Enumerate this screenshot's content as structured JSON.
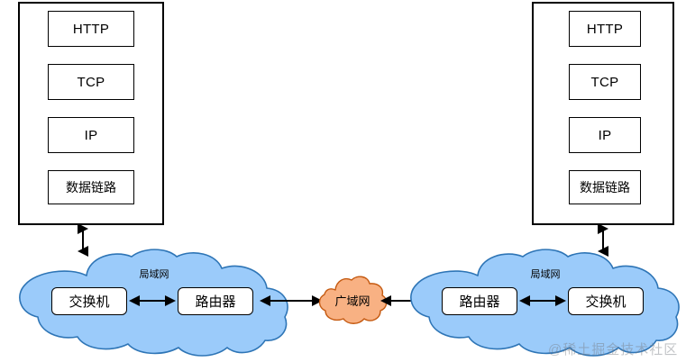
{
  "diagram": {
    "title": "Network protocol stack and LAN/WAN topology",
    "colors": {
      "lan_cloud_fill": "#9BCBFA",
      "lan_cloud_stroke": "#2E75B6",
      "wan_cloud_fill": "#F8B183",
      "wan_cloud_stroke": "#C55A11",
      "box_stroke": "#000000",
      "box_fill": "#ffffff",
      "arrow": "#000000",
      "watermark": "#787C82"
    },
    "left_stack": {
      "name": "left-protocol-stack",
      "layers": [
        {
          "label": "HTTP"
        },
        {
          "label": "TCP"
        },
        {
          "label": "IP"
        },
        {
          "label": "数据链路"
        }
      ]
    },
    "right_stack": {
      "name": "right-protocol-stack",
      "layers": [
        {
          "label": "HTTP"
        },
        {
          "label": "TCP"
        },
        {
          "label": "IP"
        },
        {
          "label": "数据链路"
        }
      ]
    },
    "left_lan": {
      "label": "局域网",
      "nodes": [
        {
          "label": "交换机"
        },
        {
          "label": "路由器"
        }
      ]
    },
    "right_lan": {
      "label": "局域网",
      "nodes": [
        {
          "label": "路由器"
        },
        {
          "label": "交换机"
        }
      ]
    },
    "wan": {
      "label": "广域网"
    },
    "watermark": {
      "text": "@稀土掘金技术社区"
    }
  }
}
